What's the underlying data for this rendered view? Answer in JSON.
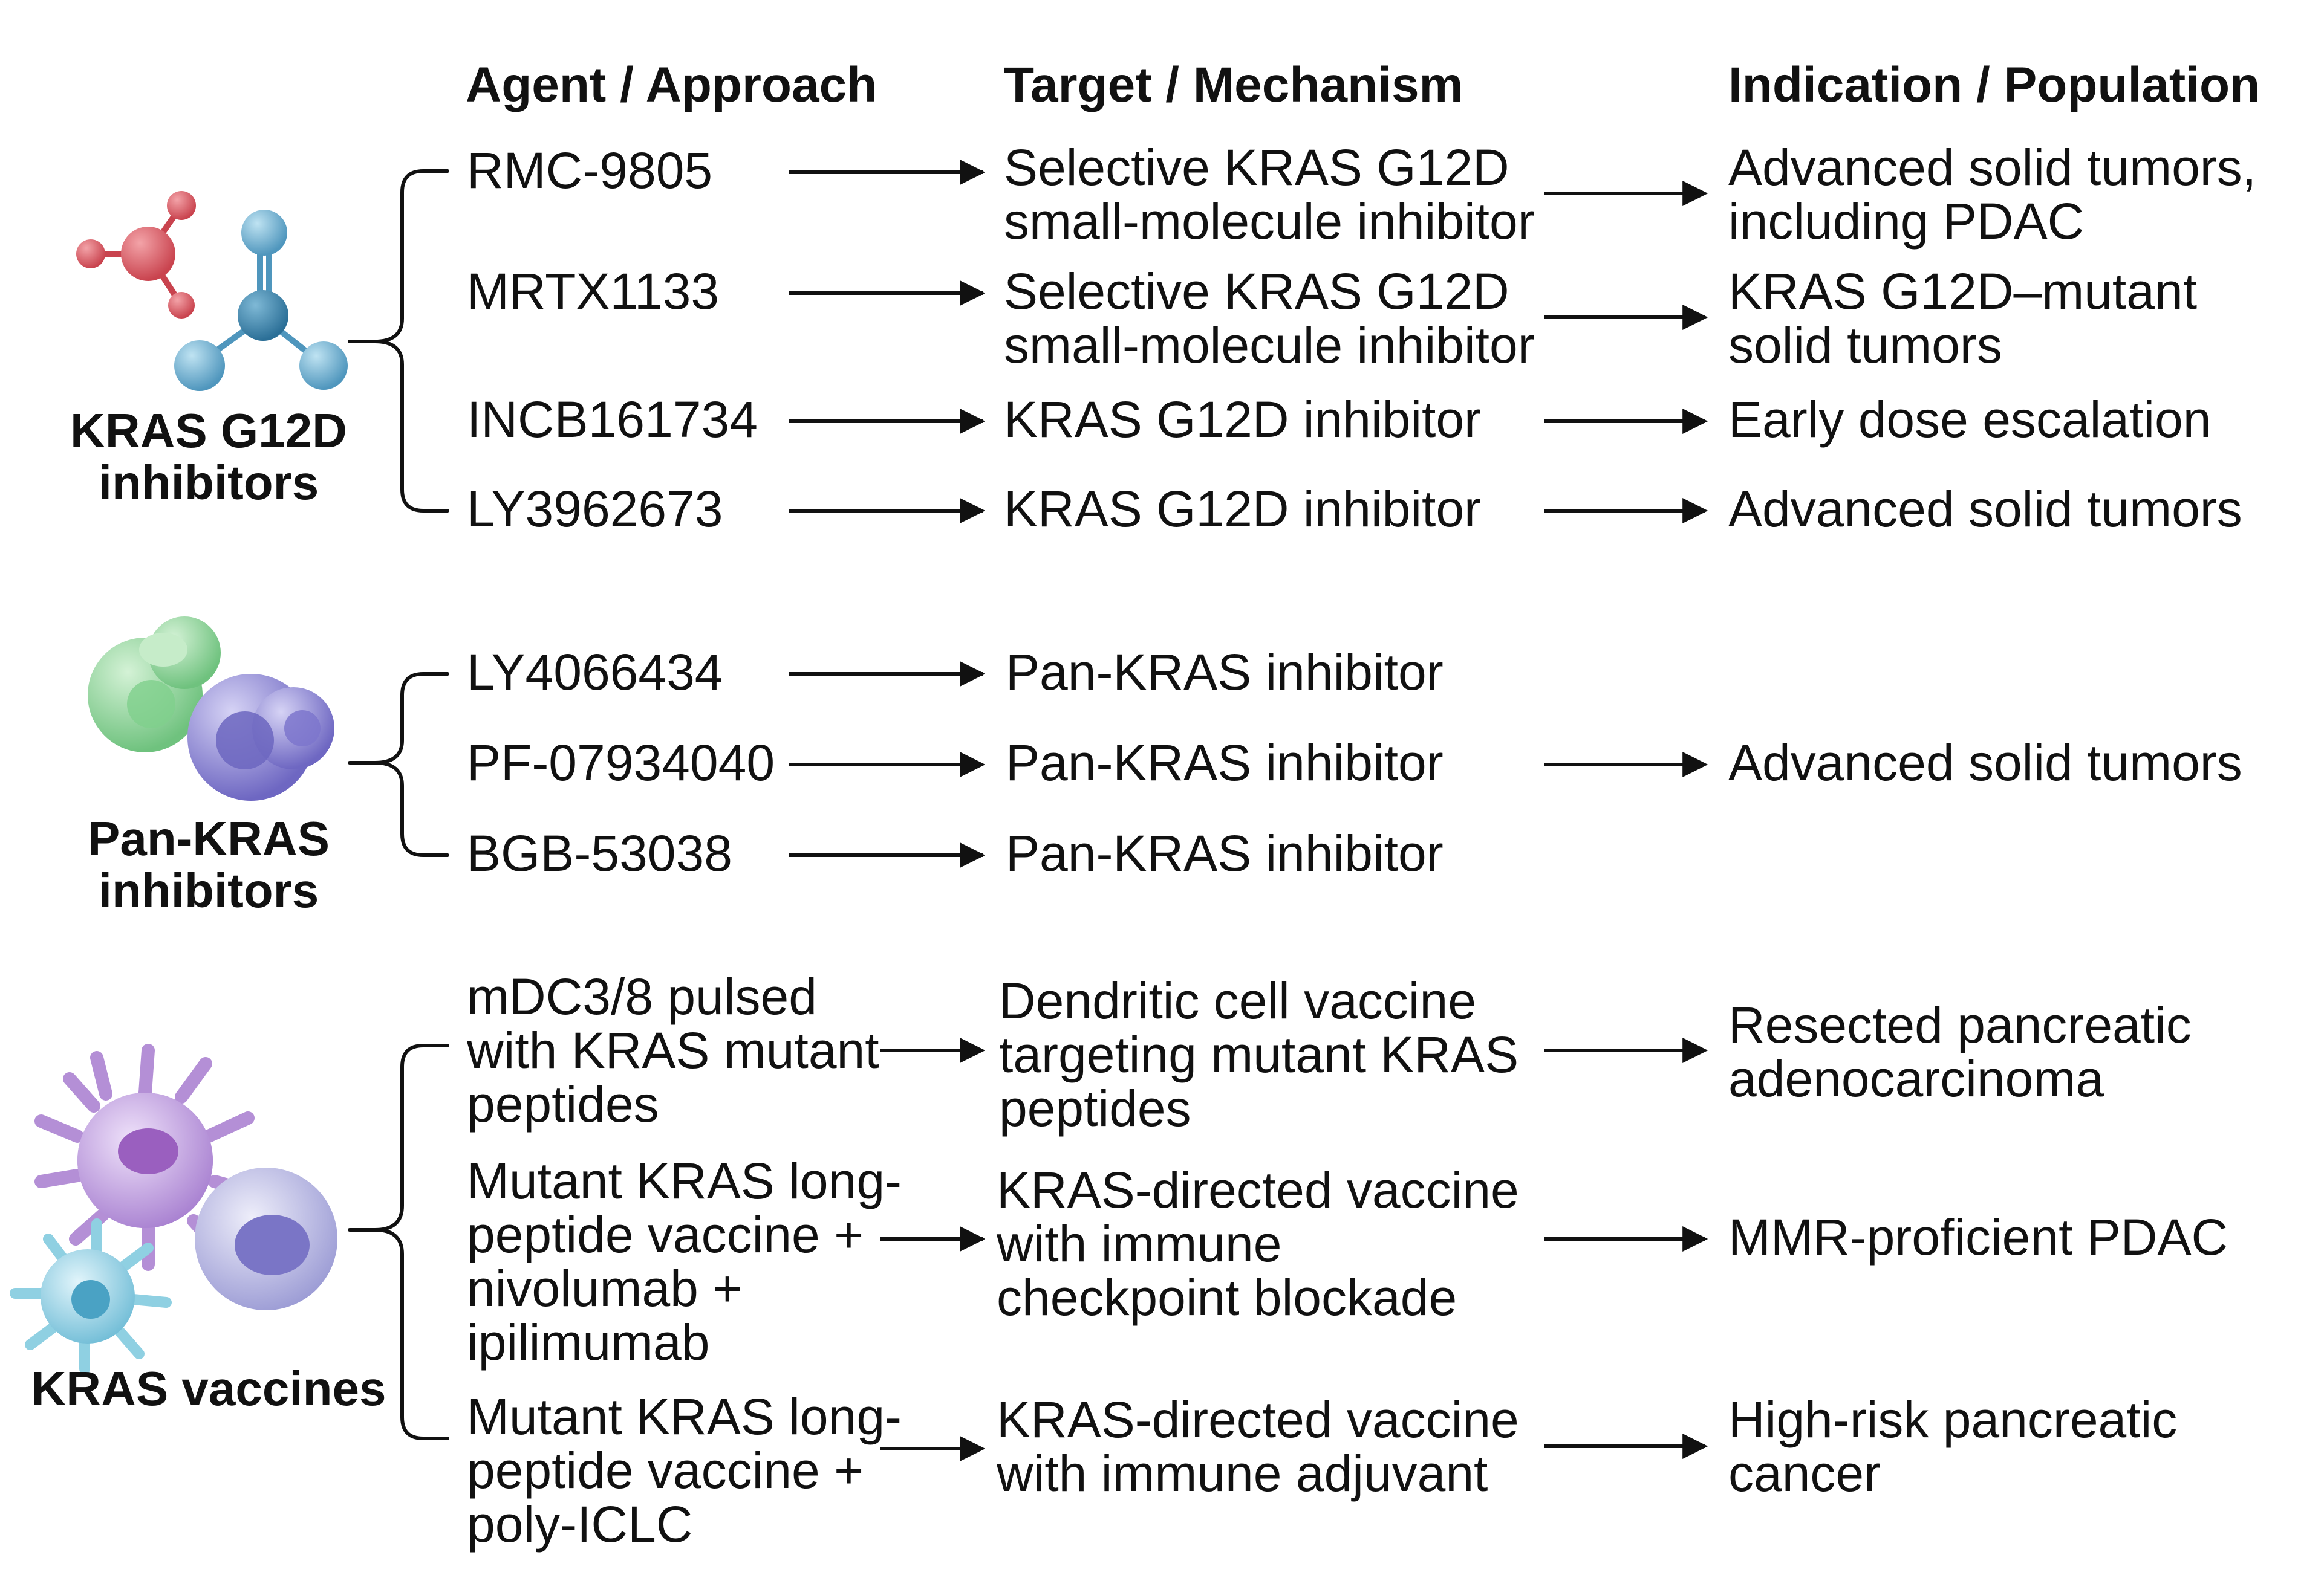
{
  "headers": {
    "agent": "Agent / Approach",
    "target": "Target / Mechanism",
    "indication": "Indication / Population"
  },
  "groups": [
    {
      "label": "KRAS G12D\ninhibitors",
      "icon": "molecule-icon",
      "rows": [
        {
          "agent": "RMC-9805",
          "target": "Selective KRAS G12D\nsmall-molecule inhibitor",
          "indication": "Advanced solid tumors,\nincluding PDAC"
        },
        {
          "agent": "MRTX1133",
          "target": "Selective KRAS G12D\nsmall-molecule inhibitor",
          "indication": "KRAS G12D–mutant\nsolid tumors"
        },
        {
          "agent": "INCB161734",
          "target": "KRAS G12D inhibitor",
          "indication": "Early dose escalation"
        },
        {
          "agent": "LY3962673",
          "target": "KRAS G12D inhibitor",
          "indication": "Advanced solid tumors"
        }
      ]
    },
    {
      "label": "Pan-KRAS\ninhibitors",
      "icon": "cells-icon",
      "rows": [
        {
          "agent": "LY4066434",
          "target": "Pan-KRAS inhibitor",
          "indication": ""
        },
        {
          "agent": "PF-07934040",
          "target": "Pan-KRAS inhibitor",
          "indication": "Advanced solid tumors"
        },
        {
          "agent": "BGB-53038",
          "target": "Pan-KRAS inhibitor",
          "indication": ""
        }
      ]
    },
    {
      "label": "KRAS vaccines",
      "icon": "immune-cells-icon",
      "rows": [
        {
          "agent": "mDC3/8 pulsed\nwith KRAS mutant\npeptides",
          "target": "Dendritic cell vaccine\ntargeting mutant KRAS\npeptides",
          "indication": "Resected pancreatic\nadenocarcinoma"
        },
        {
          "agent": "Mutant KRAS long-\npeptide vaccine +\nnivolumab +\nipilimumab",
          "target": "KRAS-directed vaccine\nwith immune\ncheckpoint blockade",
          "indication": "MMR-proficient PDAC"
        },
        {
          "agent": "Mutant KRAS long-\npeptide vaccine +\npoly-ICLC",
          "target": "KRAS-directed vaccine\nwith immune adjuvant",
          "indication": "High-risk pancreatic\ncancer"
        }
      ]
    }
  ],
  "colors": {
    "text": "#111111",
    "molecule_red": "#d1555f",
    "molecule_blue": "#4a90b8",
    "cell_green": "#8fd49a",
    "cell_purple": "#8a84cf",
    "vaccine_purple": "#b48fd6",
    "vaccine_teal": "#8fd0e2"
  }
}
